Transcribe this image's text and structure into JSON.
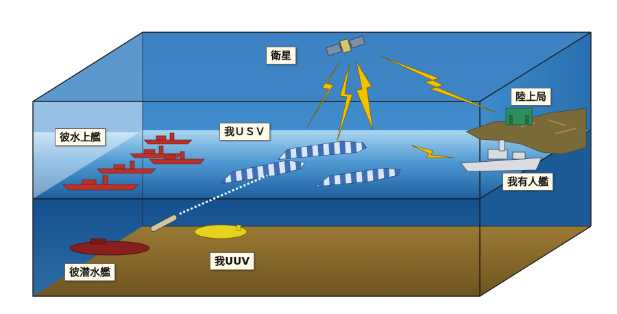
{
  "labels": {
    "satellite": "衛星",
    "ground_station": "陸上局",
    "enemy_surface": "彼水上艦",
    "own_usv": "我ＵＳＶ",
    "own_manned": "我有人艦",
    "enemy_sub": "彼潜水艦",
    "own_uuv": "我UUV"
  },
  "icons": [
    "satellite-icon",
    "ground-station-icon",
    "enemy-ship-icon",
    "usv-icon",
    "manned-ship-icon",
    "submarine-icon",
    "uuv-icon",
    "lightning-icon",
    "torpedo-icon"
  ],
  "colors": {
    "sky_top": "#2a7ec4",
    "water": "#1f6eb0",
    "seabed": "#8a6d2c",
    "box_edge": "#1b1b1b",
    "lightning": "#f2c200",
    "enemy": "#b8322a",
    "uuv": "#e6d21a",
    "land": "#7a6a3a"
  }
}
